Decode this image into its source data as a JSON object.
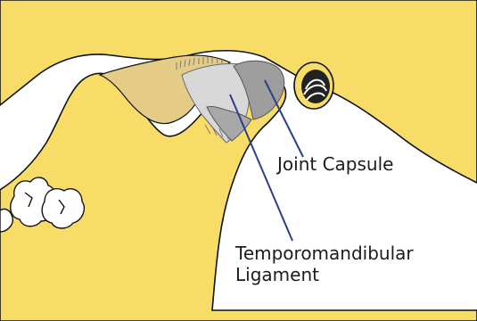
{
  "labels": {
    "joint_capsule": "Joint Capsule",
    "tm_ligament_line1": "Temporomandibular",
    "tm_ligament_line2": "Ligament"
  },
  "colors": {
    "bone": "#f7dd68",
    "bone_shade": "#e4cc86",
    "bone_outline": "#111111",
    "ligament": "#d8d8d8",
    "capsule": "#9d9d9d",
    "pointer": "#2b3f8e",
    "tooth": "#ffffff",
    "ear_canal": "#222222"
  },
  "icons": {
    "teeth": "molar-teeth-icon",
    "ear": "ear-canal-icon"
  }
}
